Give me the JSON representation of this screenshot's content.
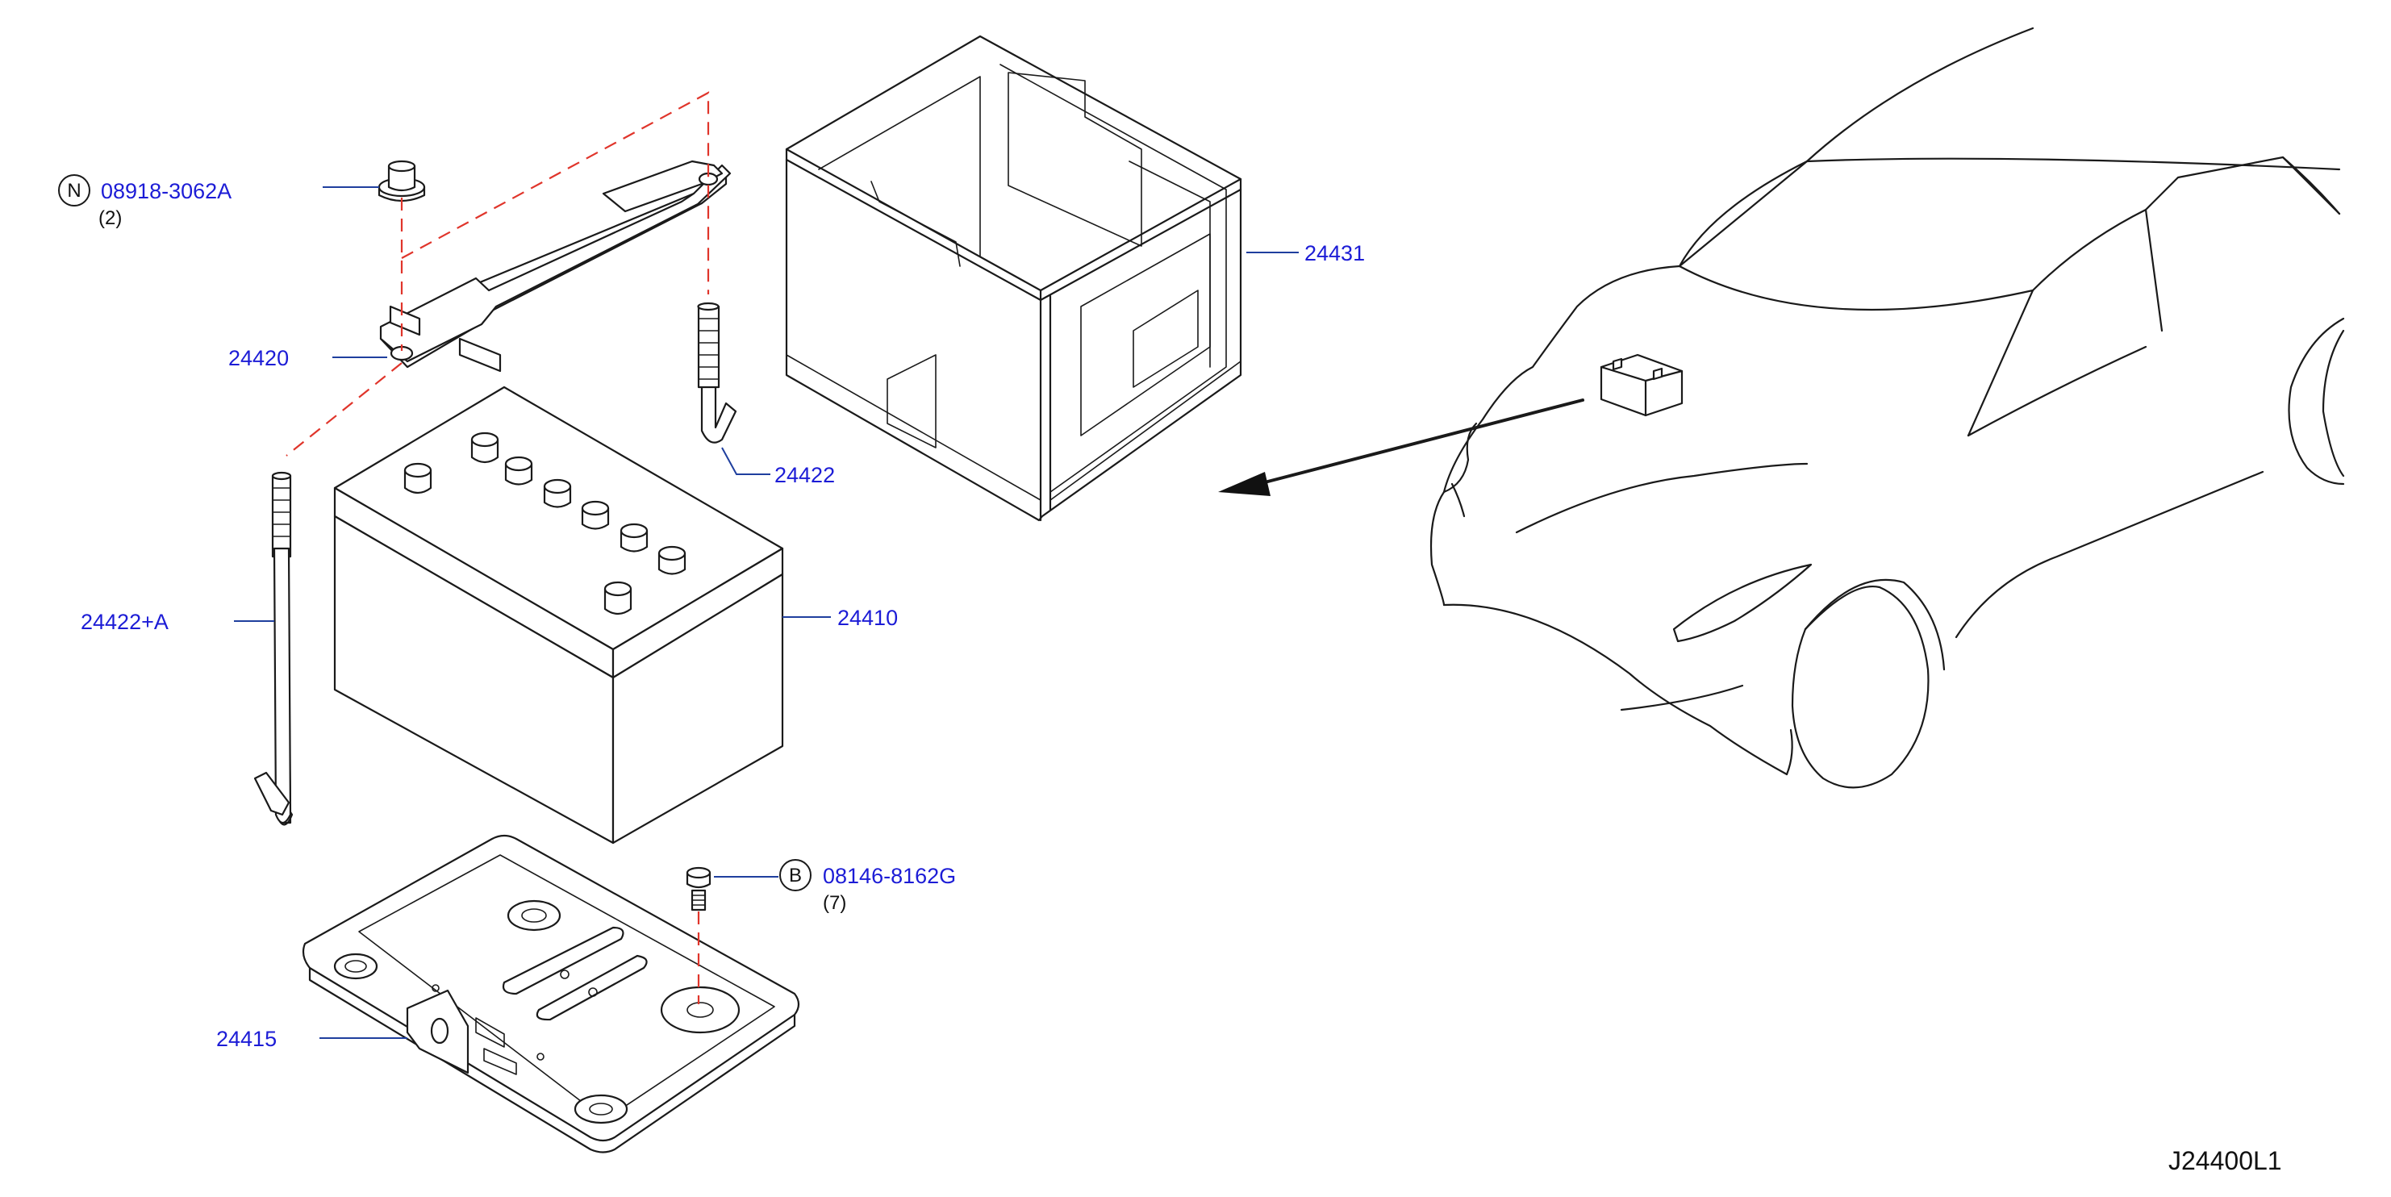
{
  "diagram_code": "J24400L1",
  "callouts": [
    {
      "id": "nut",
      "part_number": "08918-3062A",
      "prefix": "N",
      "quantity": "(2)"
    },
    {
      "id": "bolt",
      "part_number": "08146-8162G",
      "prefix": "B",
      "quantity": "(7)"
    },
    {
      "id": "battery-cover",
      "part_number": "24431"
    },
    {
      "id": "frame",
      "part_number": "24420"
    },
    {
      "id": "rod-right",
      "part_number": "24422"
    },
    {
      "id": "rod-left",
      "part_number": "24422+A"
    },
    {
      "id": "battery",
      "part_number": "24410"
    },
    {
      "id": "tray",
      "part_number": "24415"
    }
  ],
  "colors": {
    "label": "#1c1cd6",
    "leader": "#1f3f9e",
    "dashed_guide": "#e0352b",
    "line": "#1a1a1a"
  }
}
